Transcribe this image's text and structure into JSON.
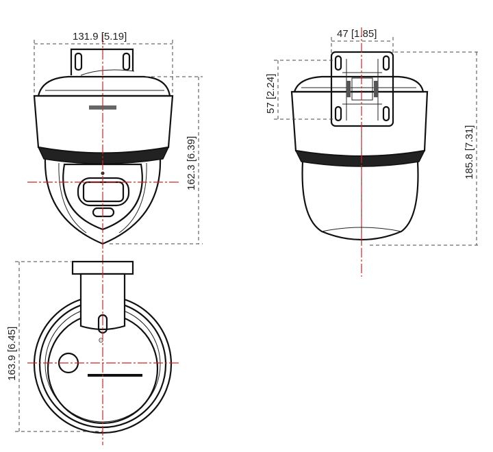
{
  "dimensions": {
    "front_width": "131.9 [5.19]",
    "front_height": "162.3 [6.39]",
    "side_mount_width": "47 [1.85]",
    "side_mount_height": "57 [2.24]",
    "side_total_height": "185.8 [7.31]",
    "bottom_height": "163.9 [6.45]"
  },
  "colors": {
    "outline": "#111111",
    "dimension_line": "#444444",
    "center_line": "#d42020"
  }
}
